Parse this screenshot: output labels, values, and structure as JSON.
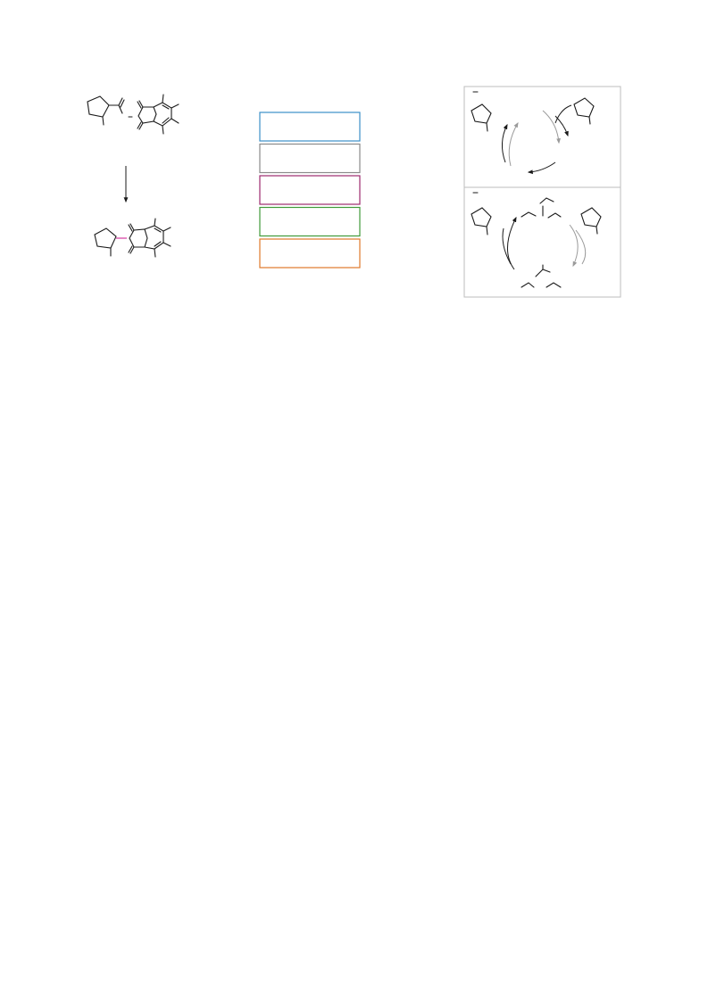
{
  "legend_boxes": [
    {
      "key": "box-blue",
      "color": "#3b8fc9"
    },
    {
      "key": "box-grey",
      "color": "#8a8a8a"
    },
    {
      "key": "box-purple",
      "color": "#9c2a6e"
    },
    {
      "key": "box-green",
      "color": "#3f9a3a"
    },
    {
      "key": "box-orange",
      "color": "#e0782a"
    }
  ],
  "colors": {
    "bond": "#1a1a1a",
    "highlight_bond": "#d63aa0",
    "grey_arrow": "#9a9a9a",
    "panel_border": "#bdbdbd"
  },
  "icons": [
    "reaction-arrow-icon",
    "catalytic-cycle-arrow-icon"
  ]
}
